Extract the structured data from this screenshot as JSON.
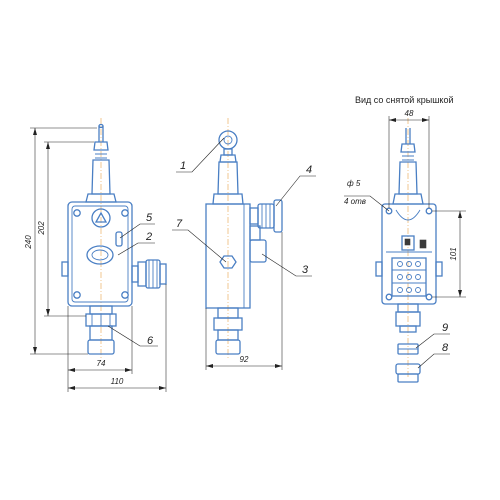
{
  "title": "Вид со снятой крышкой",
  "dimensions": {
    "height_240": "240",
    "height_202": "202",
    "width_74": "74",
    "width_110": "110",
    "depth_92": "92",
    "width_48": "48",
    "height_101": "101",
    "hole_dia": "ф 5",
    "hole_count": "4 отв"
  },
  "callouts": {
    "n1": "1",
    "n2": "2",
    "n3": "3",
    "n4": "4",
    "n5": "5",
    "n6": "6",
    "n7": "7",
    "n8": "8",
    "n9": "9"
  },
  "colors": {
    "outline": "#4a7fc4",
    "axis": "#e8a24a",
    "dimension": "#222222"
  }
}
